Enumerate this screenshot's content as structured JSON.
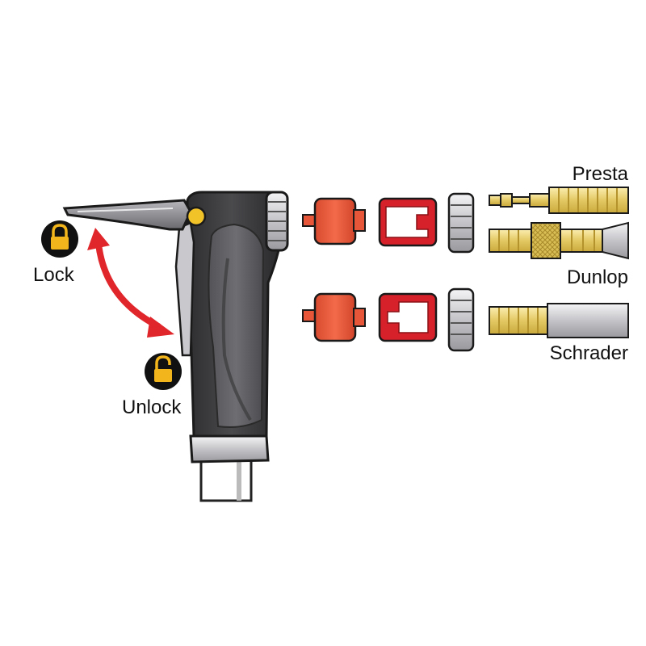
{
  "labels": {
    "lock": "Lock",
    "unlock": "Unlock",
    "presta": "Presta",
    "dunlop": "Dunlop",
    "schrader": "Schrader"
  },
  "icons": {
    "lock": "locked-padlock-icon",
    "unlock": "unlocked-padlock-icon"
  },
  "colors": {
    "pump_body": "#3d3d3f",
    "grip": "#5e5e62",
    "lever": "#8a8a8e",
    "arrow": "#e0262a",
    "adapter_orange": "#e8563a",
    "adapter_red": "#d6202a",
    "valve_brass": "#e6cf6e",
    "valve_silver": "#c8c8cc",
    "icon_bg": "#111111",
    "icon_fg": "#f2b51b"
  }
}
